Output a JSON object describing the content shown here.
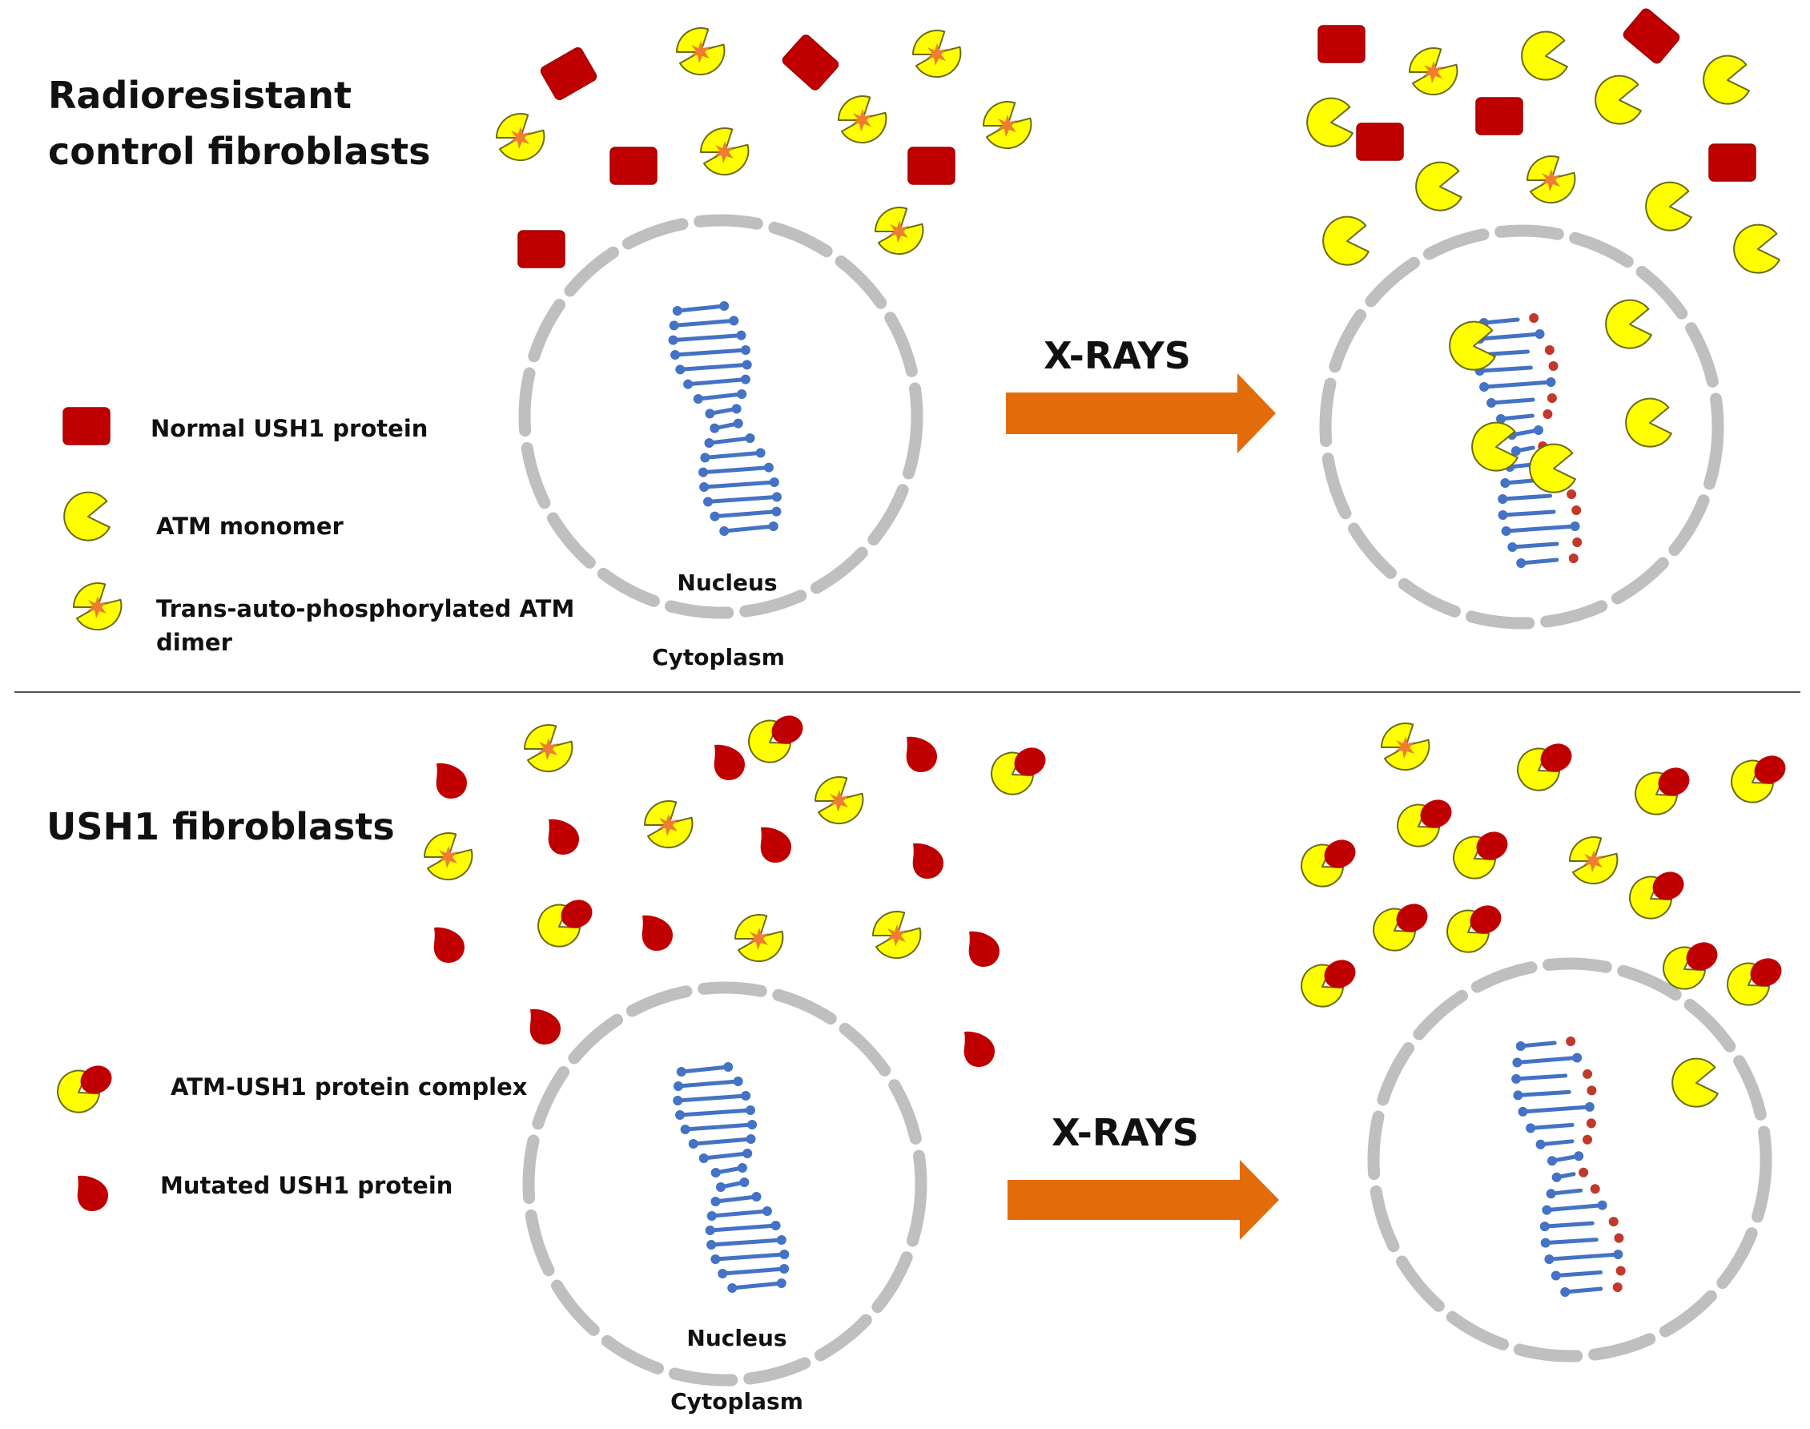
{
  "panels": [
    {
      "title_lines": [
        "Radioresistant",
        "control fibroblasts"
      ],
      "legend": [
        {
          "icon": "ush1-normal-square-icon",
          "label_lines": [
            "Normal USH1 protein"
          ]
        },
        {
          "icon": "atm-monomer-icon",
          "label_lines": [
            "ATM monomer"
          ]
        },
        {
          "icon": "atm-dimer-icon",
          "label_lines": [
            "Trans-auto-phosphorylated ATM",
            "dimer"
          ]
        }
      ],
      "nucleus_label": "Nucleus",
      "cytoplasm_label": "Cytoplasm",
      "treatment_label": "X-RAYS"
    },
    {
      "title_lines": [
        "USH1 fibroblasts"
      ],
      "legend": [
        {
          "icon": "atm-ush1-complex-icon",
          "label_lines": [
            "ATM-USH1 protein complex"
          ]
        },
        {
          "icon": "ush1-mutated-drop-icon",
          "label_lines": [
            "Mutated USH1 protein"
          ]
        }
      ],
      "nucleus_label": "Nucleus",
      "cytoplasm_label": "Cytoplasm",
      "treatment_label": "X-RAYS"
    }
  ],
  "colors": {
    "ush1_normal": "#c00000",
    "ush1_mutated": "#c00000",
    "atm_yellow": "#ffff00",
    "phospho_orange": "#ed7d31",
    "arrow_orange": "#e36c0a",
    "dna_blue": "#4472c4",
    "dna_damage_red": "#c0392b",
    "membrane_gray": "#bfbfbf",
    "divider": "#555555"
  }
}
